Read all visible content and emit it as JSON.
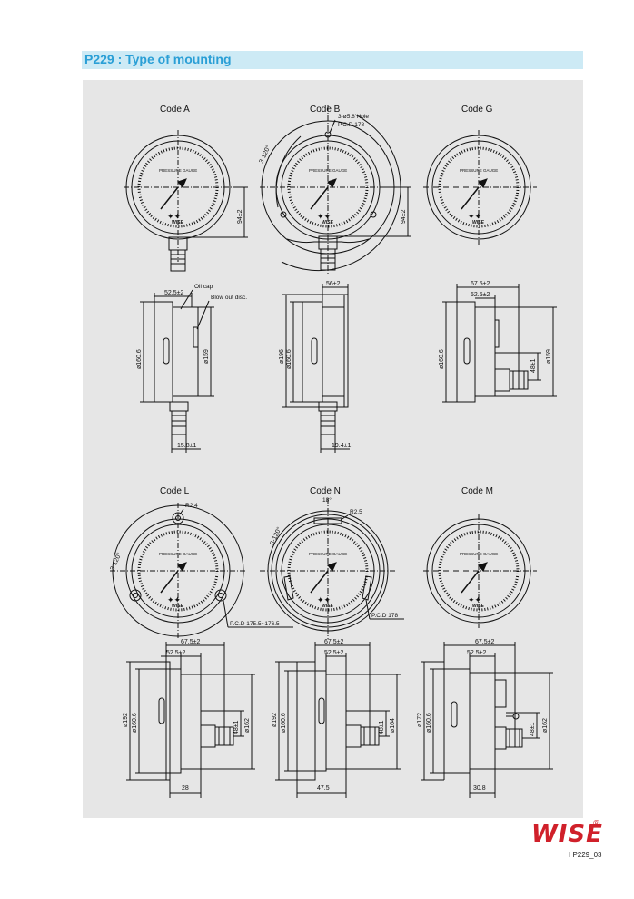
{
  "header": {
    "title": "P229 : Type of mounting"
  },
  "codes": {
    "a": "Code  A",
    "b": "Code  B",
    "g": "Code  G",
    "l": "Code  L",
    "n": "Code  N",
    "m": "Code  M"
  },
  "dial": {
    "label": "PRESSURE GAUGE",
    "brand": "WISE"
  },
  "dims": {
    "b_hole": "3-ø5.8 Hole",
    "b_pcd": "P.C.D 178",
    "b_angle": "3-120°",
    "h94": "94±2",
    "oil_cap": "Oil cap",
    "blow_out": "Blow out disc.",
    "d52": "52.5±2",
    "d56": "56±2",
    "d67": "67.5±2",
    "d160": "ø160.6",
    "d159": "ø159",
    "d196": "ø196",
    "h48": "48±1",
    "d158": "15.8±1",
    "d194": "19.4±1",
    "l_r": "R2.4",
    "l_angle": "3-120°",
    "l_pcd": "P.C.D 175.5~176.5",
    "n_18": "18°",
    "n_r": "R2.5",
    "n_angle": "3-120°",
    "n_pcd": "P.C.D 178",
    "d192": "ø192",
    "d162": "ø162",
    "d164": "ø164",
    "d172": "ø172",
    "w28": "28",
    "w475": "47.5",
    "w308": "30.8"
  },
  "footer": {
    "logo": "WISE",
    "page": "I P229_03"
  }
}
